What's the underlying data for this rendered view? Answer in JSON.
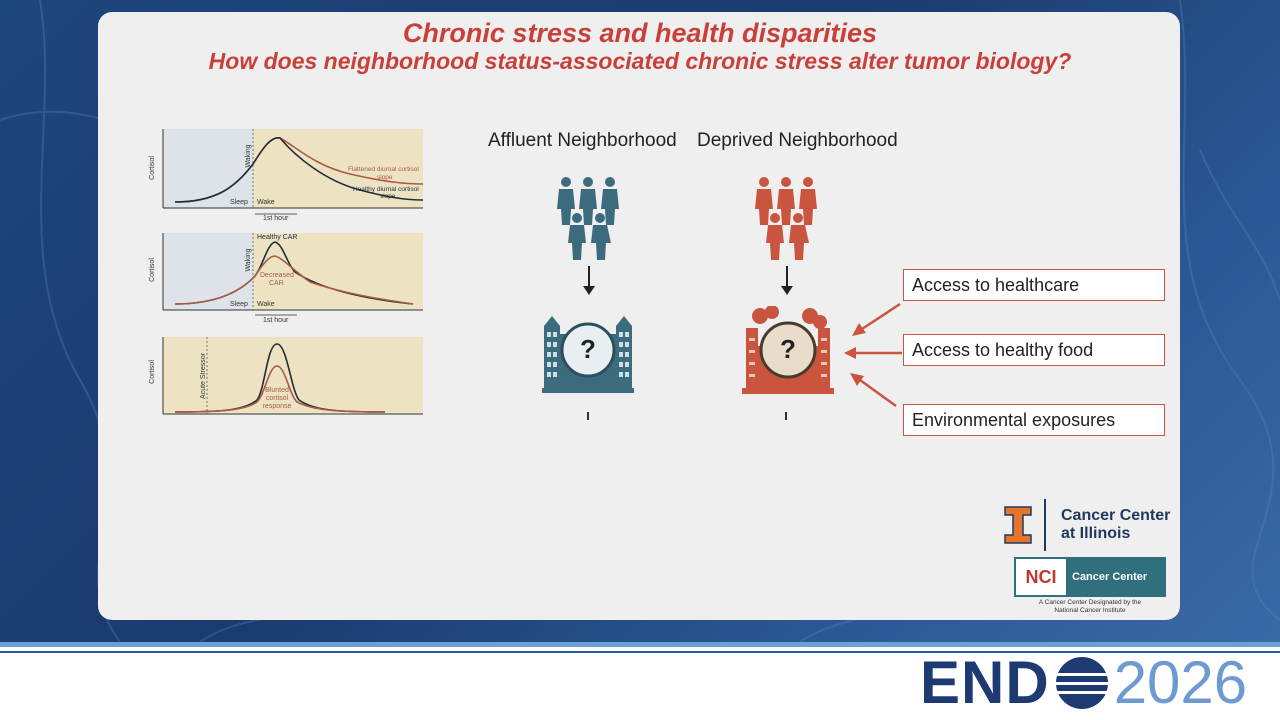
{
  "title": "Chronic stress and health disparities",
  "subtitle": "How does neighborhood status-associated chronic stress alter tumor biology?",
  "colors": {
    "title": "#c9403a",
    "affluent": "#3d6b7e",
    "deprived": "#c9553f",
    "curve_brown": "#a85a45",
    "curve_dark": "#1e2e3a",
    "chart_bg": "#ede3c3"
  },
  "charts": [
    {
      "ylabel": "Cortisol",
      "vline_label": "Waking",
      "sleep_label": "Sleep",
      "wake_label": "Wake",
      "interval_label": "1st hour",
      "curve1_label_line1": "Flattened diurnal cortisol",
      "curve1_label_line2": "slope",
      "curve2_label_line1": "Healthy diurnal cortisol",
      "curve2_label_line2": "slope"
    },
    {
      "ylabel": "Cortisol",
      "vline_label": "Waking",
      "sleep_label": "Sleep",
      "wake_label": "Wake",
      "interval_label": "1st hour",
      "curve1_label": "Healthy CAR",
      "curve2_label_line1": "Decreased",
      "curve2_label_line2": "CAR"
    },
    {
      "ylabel": "Cortisol",
      "vline_label": "Acute Stressor",
      "curve2_label_line1": "Blunted",
      "curve2_label_line2": "cortisol",
      "curve2_label_line3": "response"
    }
  ],
  "neighborhoods": {
    "affluent": {
      "label": "Affluent Neighborhood",
      "question": "?"
    },
    "deprived": {
      "label": "Deprived Neighborhood",
      "question": "?"
    }
  },
  "factors": [
    "Access to healthcare",
    "Access to healthy  food",
    "Environmental exposures"
  ],
  "logos": {
    "cancer_center_line1": "Cancer Center",
    "cancer_center_line2": "at Illinois",
    "nci_label": "NCI",
    "nci_cc_label": "Cancer Center",
    "nci_sub_line1": "A Cancer Center Designated by the",
    "nci_sub_line2": "National Cancer Institute"
  },
  "footer": {
    "brand": "END",
    "year": "2026"
  }
}
